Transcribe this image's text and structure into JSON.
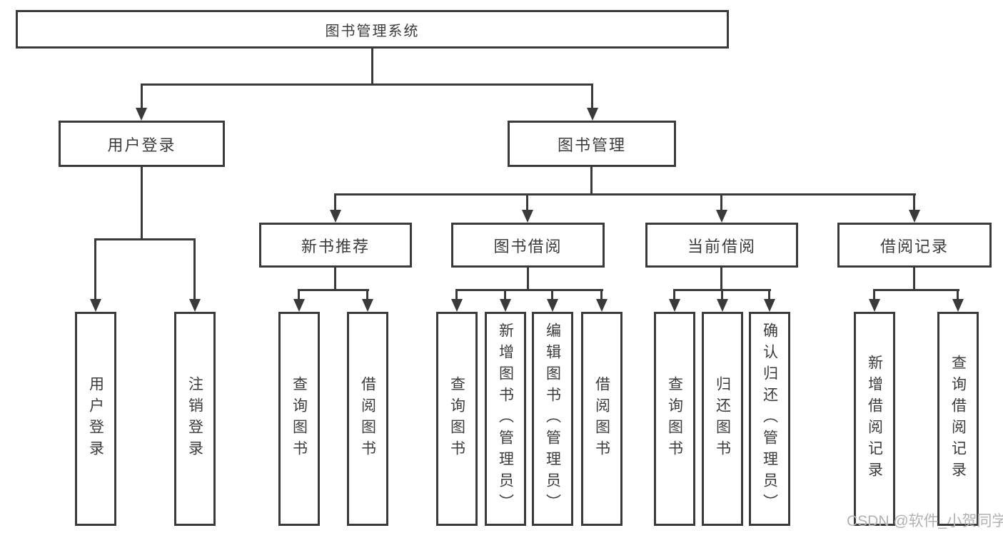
{
  "diagram": {
    "title": "图书管理系统",
    "tree": {
      "label": "图书管理系统",
      "children": [
        {
          "label": "用户登录",
          "children": [
            {
              "label": "用户登录"
            },
            {
              "label": "注销登录"
            }
          ]
        },
        {
          "label": "图书管理",
          "children": [
            {
              "label": "新书推荐",
              "children": [
                {
                  "label": "查询图书"
                },
                {
                  "label": "借阅图书"
                }
              ]
            },
            {
              "label": "图书借阅",
              "children": [
                {
                  "label": "查询图书"
                },
                {
                  "label": "新增图书（管理员）"
                },
                {
                  "label": "编辑图书（管理员）"
                },
                {
                  "label": "借阅图书"
                }
              ]
            },
            {
              "label": "当前借阅",
              "children": [
                {
                  "label": "查询图书"
                },
                {
                  "label": "归还图书"
                },
                {
                  "label": "确认归还（管理员）"
                }
              ]
            },
            {
              "label": "借阅记录",
              "children": [
                {
                  "label": "新增借阅记录"
                },
                {
                  "label": "查询借阅记录"
                }
              ]
            }
          ]
        }
      ]
    },
    "watermark": "CSDN @软件_小贺同学",
    "colors": {
      "line": "#3a3a3a",
      "text": "#3c3c3c",
      "watermark": "#b2b2b2",
      "background": "#ffffff"
    }
  }
}
